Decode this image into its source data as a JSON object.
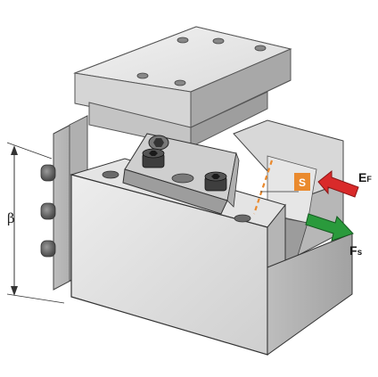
{
  "labels": {
    "beta": "β",
    "s": "S",
    "ef_main": "E",
    "ef_sub": "F",
    "fs_main": "F",
    "fs_sub": "s"
  },
  "colors": {
    "arrow_ef": "#d92a2a",
    "arrow_fs": "#2a9a3c",
    "s_badge": "#ea8a2e",
    "s_line": "#ea8a2e",
    "body_light": "#e3e3e3",
    "body_mid": "#c9c9c9",
    "body_dark": "#a9a9a9",
    "outline": "#333333"
  },
  "icons": [
    "hex-socket-screw-icon",
    "cylindrical-pin-icon",
    "mounting-hole-icon"
  ]
}
